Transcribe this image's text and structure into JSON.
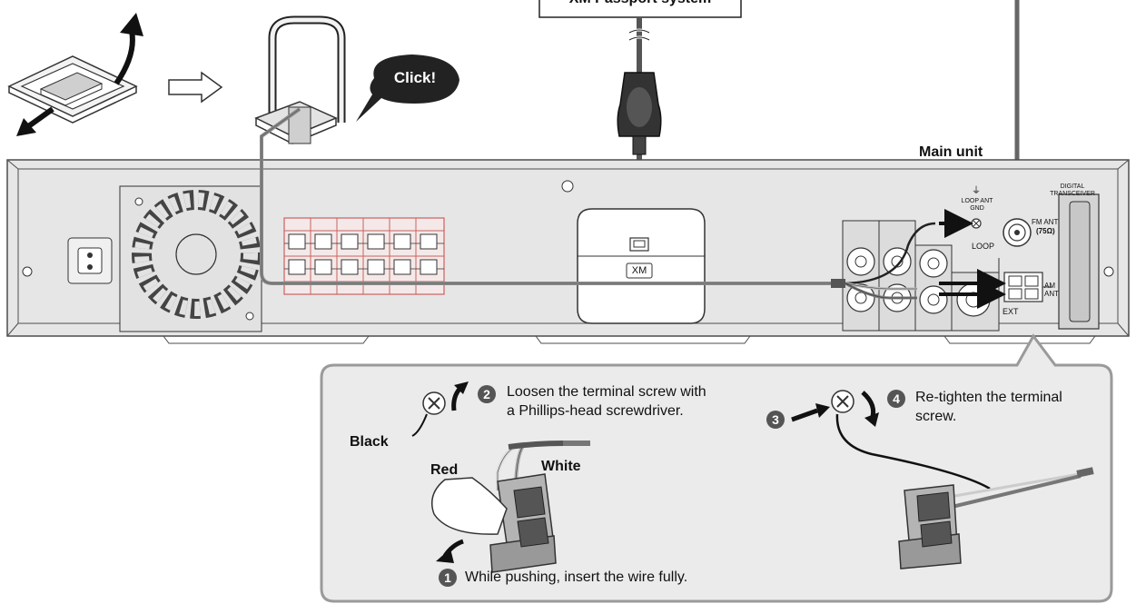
{
  "labels": {
    "xm_system": "XM Passport system",
    "click": "Click!",
    "main_unit": "Main unit",
    "digital_transceiver": "DIGITAL TRANSCEIVER",
    "loop_ant_gnd": "LOOP ANT GND",
    "fm_ant": "FM ANT",
    "fm_ohm": "(75Ω)",
    "loop": "LOOP",
    "am_ant": "AM ANT",
    "ext": "EXT",
    "xm_port": "XM",
    "black": "Black",
    "red": "Red",
    "white": "White"
  },
  "steps": [
    {
      "num": "1",
      "text": "While pushing, insert the wire fully."
    },
    {
      "num": "2",
      "line1": "Loosen the terminal screw with",
      "line2": "a Phillips-head screwdriver."
    },
    {
      "num": "3"
    },
    {
      "num": "4",
      "line1": "Re-tighten the terminal",
      "line2": "screw."
    }
  ],
  "colors": {
    "unit_panel": "#e6e6e6",
    "panel_edge": "#4d4d4d",
    "callout_bg": "#ebebeb",
    "cable": "#7a7a7a",
    "bubble": "#222222",
    "terminal_red": "#c9625f"
  }
}
